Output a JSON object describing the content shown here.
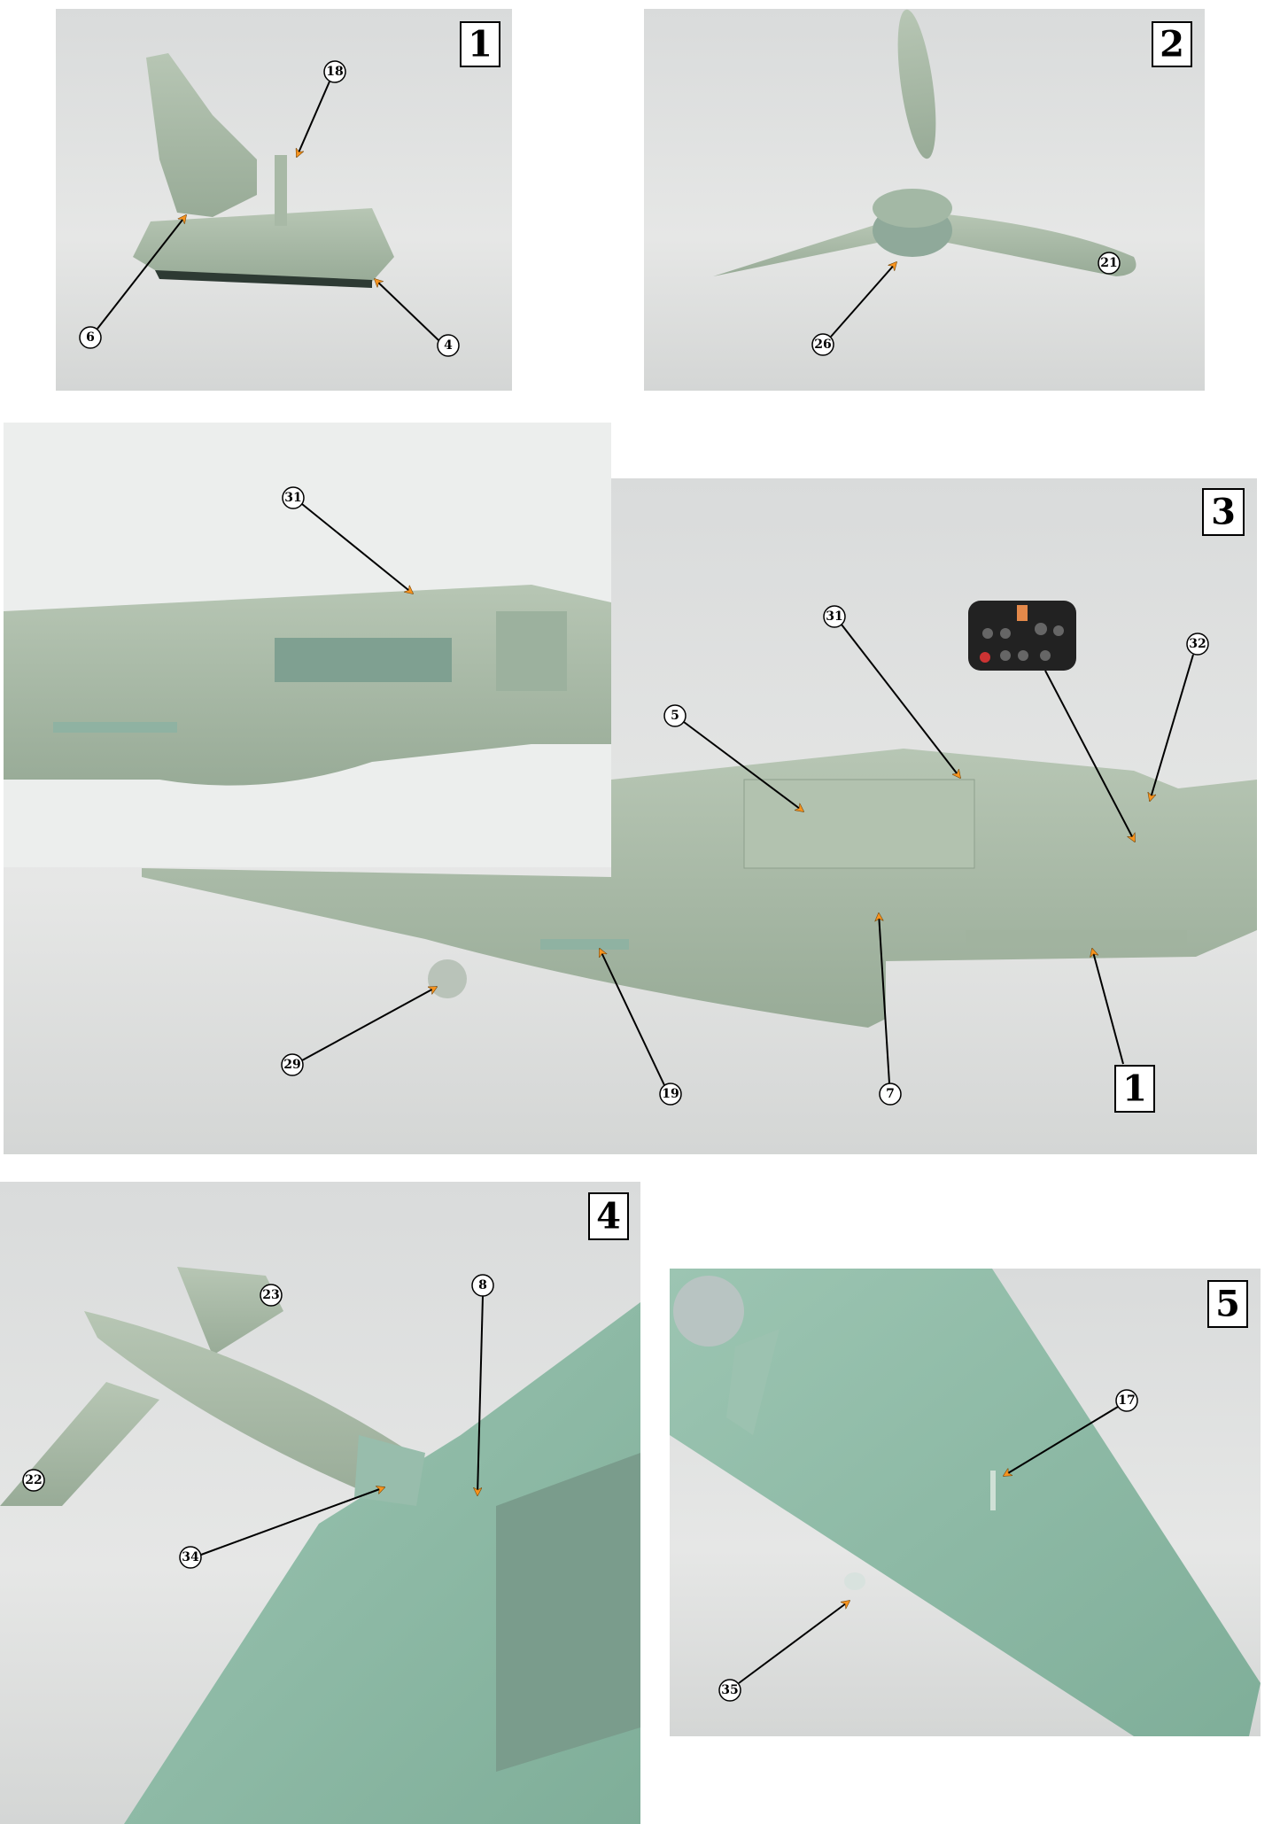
{
  "steps": [
    {
      "badge": "1",
      "callouts": {
        "a": "18",
        "b": "6",
        "c": "4"
      }
    },
    {
      "badge": "2",
      "callouts": {
        "a": "21",
        "b": "26"
      }
    },
    {
      "badge": "3",
      "inset_callout": "31",
      "callouts": {
        "a": "31",
        "b": "5",
        "c": "32",
        "d": "29",
        "e": "19",
        "f": "7"
      },
      "sub_badge": "1"
    },
    {
      "badge": "4",
      "callouts": {
        "a": "23",
        "b": "22",
        "c": "8",
        "d": "34"
      }
    },
    {
      "badge": "5",
      "callouts": {
        "a": "17",
        "b": "35"
      }
    }
  ],
  "colors": {
    "arrow": "#f7931e",
    "plastic_gray": "#a9bba8",
    "plastic_green": "#8fb8a6",
    "background": "#dcdedd"
  }
}
